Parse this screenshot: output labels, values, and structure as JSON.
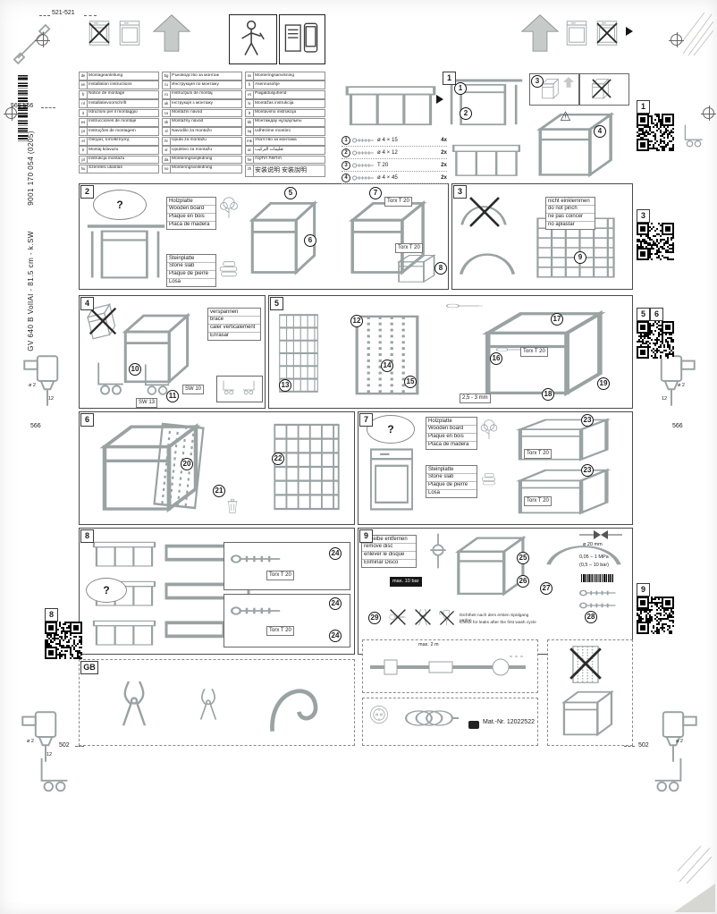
{
  "dimensions": {
    "top": "521-521",
    "left_upper": "566 566",
    "mid_left": "566",
    "mid_right": "566",
    "bottom_left": "502",
    "bottom_right": "502",
    "drill_dia": "ø 2",
    "drill_depth": "12"
  },
  "side_text": {
    "model": "GV 640 B VollAl - 81.5 cm - k.SW",
    "order_no": "9001 170 054 (0205)"
  },
  "misc": {
    "question": "?"
  },
  "tools": {
    "torx": "Torx T 20",
    "sw10": "SW 10",
    "sw13": "SW 13",
    "gap": "2,5 - 3 mm"
  },
  "qr": {
    "q1": "1",
    "q3": "3",
    "q5": "5",
    "q6": "6",
    "q8": "8",
    "q9": "9"
  },
  "languages": {
    "col1": [
      {
        "code": "de",
        "label": "Montageanleitung"
      },
      {
        "code": "en",
        "label": "Installation instructions"
      },
      {
        "code": "fr",
        "label": "Notice de montage"
      },
      {
        "code": "nl",
        "label": "Installatievoorschrift"
      },
      {
        "code": "it",
        "label": "Istruzioni per il montaggio"
      },
      {
        "code": "es",
        "label": "Instrucciones de montaje"
      },
      {
        "code": "pt",
        "label": "Instruções de montagem"
      },
      {
        "code": "el",
        "label": "Οδηγίες τοποθέτησης"
      },
      {
        "code": "tr",
        "label": "Montaj kılavuzu"
      },
      {
        "code": "pl",
        "label": "Instrukcja montażu"
      },
      {
        "code": "hu",
        "label": "Szerelési utasítás"
      }
    ],
    "col2": [
      {
        "code": "bg",
        "label": "Ръководство за монтаж"
      },
      {
        "code": "ru",
        "label": "Инструкция по монтажу"
      },
      {
        "code": "ro",
        "label": "Instrucţiuni de montaj"
      },
      {
        "code": "uk",
        "label": "Інструкція з монтажу"
      },
      {
        "code": "cs",
        "label": "Montážní návod"
      },
      {
        "code": "sk",
        "label": "Montážny návod"
      },
      {
        "code": "sl",
        "label": "Navodilo za montažo"
      },
      {
        "code": "hr",
        "label": "Uputa za montažu"
      },
      {
        "code": "sr",
        "label": "Uputstvo za montažu"
      },
      {
        "code": "da",
        "label": "Monteringsvejledning"
      },
      {
        "code": "no",
        "label": "Monteringsveiledning"
      }
    ],
    "col3": [
      {
        "code": "sv",
        "label": "Monteringsanvisning"
      },
      {
        "code": "fi",
        "label": "Asennusohje"
      },
      {
        "code": "et",
        "label": "Paigaldusjuhend"
      },
      {
        "code": "lv",
        "label": "Montāžas instrukcija"
      },
      {
        "code": "lt",
        "label": "Montavimo instrukcija"
      },
      {
        "code": "kk",
        "label": "Монтаждау нұсқаулығы"
      },
      {
        "code": "sq",
        "label": "Udhëzime montimi"
      },
      {
        "code": "mk",
        "label": "Упатство за монтажа"
      },
      {
        "code": "ar",
        "label": "تعليمات التركيب"
      },
      {
        "code": "he",
        "label": "הוראות התקנה"
      },
      {
        "code": "zh",
        "label": "安装说明 安裝說明"
      }
    ]
  },
  "panel1": {
    "num": "1",
    "steps": [
      "1",
      "2",
      "3",
      "4"
    ],
    "hardware": [
      {
        "step": "1",
        "label": "ø 4 × 15",
        "qty": "4x"
      },
      {
        "step": "2",
        "label": "ø 4 × 12",
        "qty": "2x"
      },
      {
        "step": "3",
        "label": "T 20",
        "qty": "2x"
      },
      {
        "step": "4",
        "label": "ø 4 × 45",
        "qty": "2x"
      }
    ]
  },
  "panel2": {
    "num": "2",
    "steps": [
      "5",
      "6",
      "7",
      "8"
    ],
    "wood": {
      "l1": "Holzplatte",
      "l2": "Wooden board",
      "l3": "Plaque en bois",
      "l4": "Placa de madera"
    },
    "stone": {
      "l1": "Steinplatte",
      "l2": "Stone slab",
      "l3": "Plaque de pierre",
      "l4": "Losa"
    }
  },
  "panel3": {
    "num": "3",
    "step": "9",
    "note": {
      "l1": "nicht einklemmen",
      "l2": "do not pinch",
      "l3": "ne pas coincer",
      "l4": "no aplastar"
    }
  },
  "panel4": {
    "num": "4",
    "steps": [
      "10",
      "11"
    ],
    "note": {
      "l1": "verspannen",
      "l2": "brace",
      "l3": "caler verticalement",
      "l4": "Enrasar"
    }
  },
  "panel5": {
    "num": "5",
    "steps": [
      "12",
      "13",
      "14",
      "15",
      "16",
      "17",
      "18",
      "19"
    ]
  },
  "panel6": {
    "num": "6",
    "steps": [
      "20",
      "21",
      "22"
    ]
  },
  "panel7": {
    "num": "7",
    "steps": [
      "23",
      "23"
    ]
  },
  "panel8": {
    "num": "8",
    "steps": [
      "24",
      "24",
      "24"
    ]
  },
  "panel9": {
    "num": "9",
    "steps": [
      "25",
      "26",
      "27",
      "28",
      "29"
    ],
    "note": {
      "l1": "Scheibe entfernen",
      "l2": "remove disc",
      "l3": "enlever le disque",
      "l4": "Eliminar Disco"
    },
    "pressure": "max. 10 bar",
    "spec_dia": "ø 20 mm",
    "spec_mpa": "0,05 – 1 MPa",
    "spec_bar": "(0,5 – 10 bar)",
    "check_de": "Dichtheit nach dem ersten Spülgang prüfen",
    "check_en": "Check for leaks after the first wash cycle"
  },
  "bottom": {
    "gb": "GB",
    "hose_max": "max. 2 m",
    "mat_nr": "Mat.-Nr. 12022522"
  }
}
